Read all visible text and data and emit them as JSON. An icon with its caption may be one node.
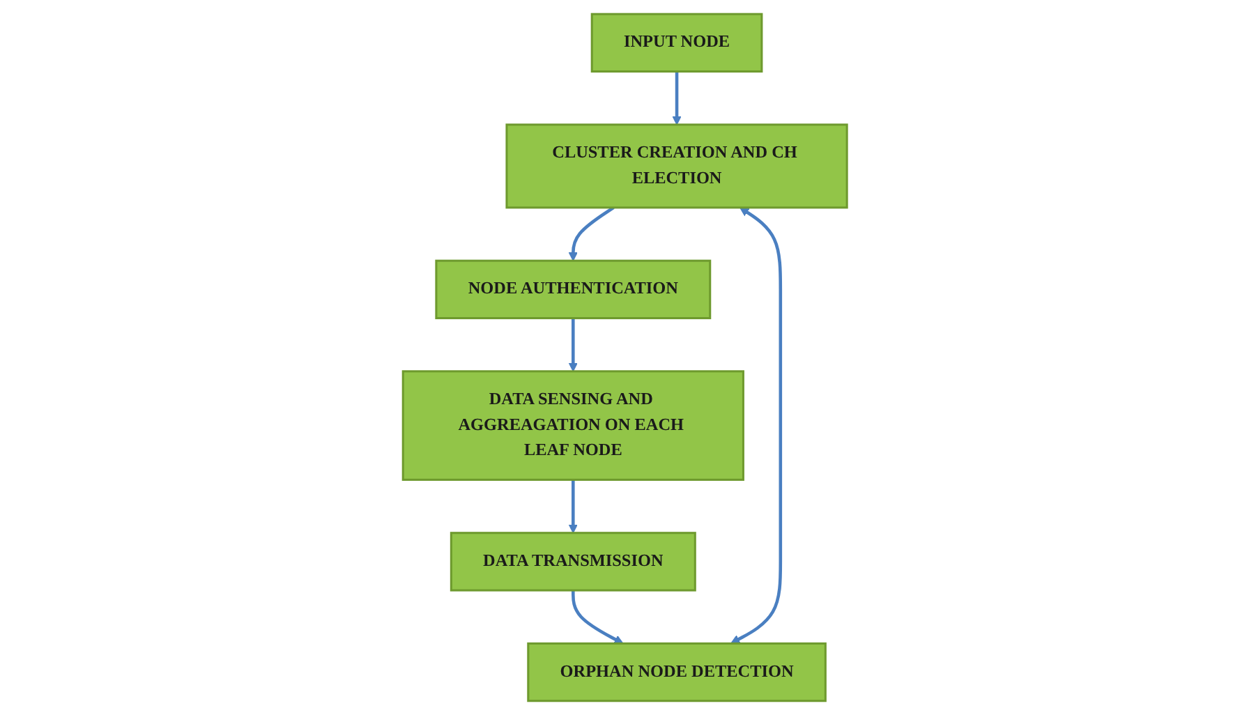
{
  "diagram": {
    "nodes": [
      {
        "text": [
          "INPUT NODE"
        ]
      },
      {
        "text": [
          "CLUSTER CREATION AND CH ELECTION"
        ]
      },
      {
        "text": [
          "NODE AUTHENTICATION"
        ]
      },
      {
        "text": [
          "DATA SENSING AND AGGREAGATION ON EACH LEAF NODE"
        ]
      },
      {
        "text": [
          "DATA TRANSMISSION"
        ]
      },
      {
        "text": [
          "ORPHAN NODE DETECTION"
        ]
      }
    ],
    "edges": [
      {
        "from": 0,
        "to": 1,
        "arrow": "to"
      },
      {
        "from": 1,
        "to": 2,
        "arrow": "to"
      },
      {
        "from": 2,
        "to": 3,
        "arrow": "to"
      },
      {
        "from": 3,
        "to": 4,
        "arrow": "to"
      },
      {
        "from": 4,
        "to": 5,
        "arrow": "to"
      },
      {
        "from": 5,
        "to": 1,
        "arrow": "both"
      }
    ]
  }
}
